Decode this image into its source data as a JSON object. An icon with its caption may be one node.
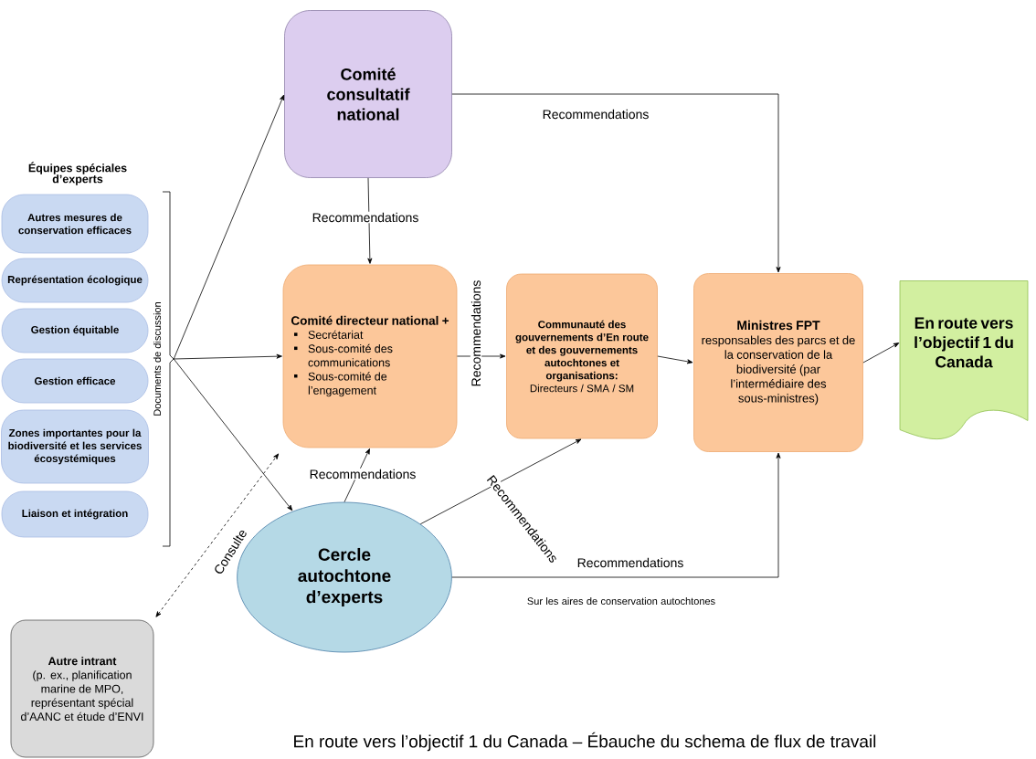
{
  "diagram": {
    "caption": "En route vers l’objectif 1 du Canada – Ébauche du schema de flux de travail",
    "nodes": [
      {
        "text": [
          "Documents de discussion"
        ]
      },
      {
        "text": [
          "Autres mesures de conservation efficaces"
        ]
      },
      {
        "text": [
          "Représentation écologique"
        ]
      },
      {
        "text": [
          "Gestion équitable"
        ]
      },
      {
        "text": [
          "Gestion efficace"
        ]
      },
      {
        "text": [
          "Zones importantes pour la biodiversité et les services écosystémiques"
        ]
      },
      {
        "text": [
          "Liaison et intégration"
        ]
      },
      {
        "text": [
          "Comité consultatif national"
        ]
      },
      {
        "text": [
          "Comité directeur national +",
          "Secrétariat",
          "Sous-comité des communications",
          "Sous-comité de l’engagement"
        ]
      },
      {
        "text": [
          "Communauté des gouvernements d’En route et des gouvernements autochtones et organisations:",
          "Directeurs / SMA / SM"
        ]
      },
      {
        "text": [
          "Ministres FPT",
          "responsables des parcs et de la conservation de la biodiversité (par l’intermédiaire des sous-ministres)"
        ]
      },
      {
        "text": [
          "En route vers l’objectif 1 du Canada"
        ]
      },
      {
        "text": [
          "Cercle autochtone d’experts"
        ]
      },
      {
        "text": [
          "Autre intrant",
          "(p. ex., planification marine de MPO, représentant spécial d’AANC et étude d’ENVI"
        ]
      }
    ],
    "edges": [
      {
        "from": 0,
        "to": 7,
        "arrow": "to"
      },
      {
        "from": 0,
        "to": 8,
        "arrow": "to"
      },
      {
        "from": 0,
        "to": 12,
        "arrow": "to"
      },
      {
        "from": 7,
        "to": 8,
        "arrow": "to",
        "label": "Recommendations"
      },
      {
        "from": 7,
        "to": 10,
        "arrow": "to",
        "label": "Recommendations"
      },
      {
        "from": 8,
        "to": 9,
        "arrow": "to",
        "label": "Recommendations"
      },
      {
        "from": 9,
        "to": 10,
        "arrow": "to"
      },
      {
        "from": 10,
        "to": 11,
        "arrow": "to"
      },
      {
        "from": 12,
        "to": 8,
        "arrow": "to",
        "label": "Recommendations"
      },
      {
        "from": 12,
        "to": 9,
        "arrow": "to",
        "label": "Recommendations"
      },
      {
        "from": 12,
        "to": 10,
        "arrow": "to",
        "label": "Recommendations"
      },
      {
        "from": 13,
        "to": 8,
        "arrow": "both",
        "style": "dashed",
        "label": "Consulte"
      }
    ],
    "labels": [
      "Équipes spéciales d’experts",
      "Sur les aires de conservation autochtones"
    ]
  }
}
